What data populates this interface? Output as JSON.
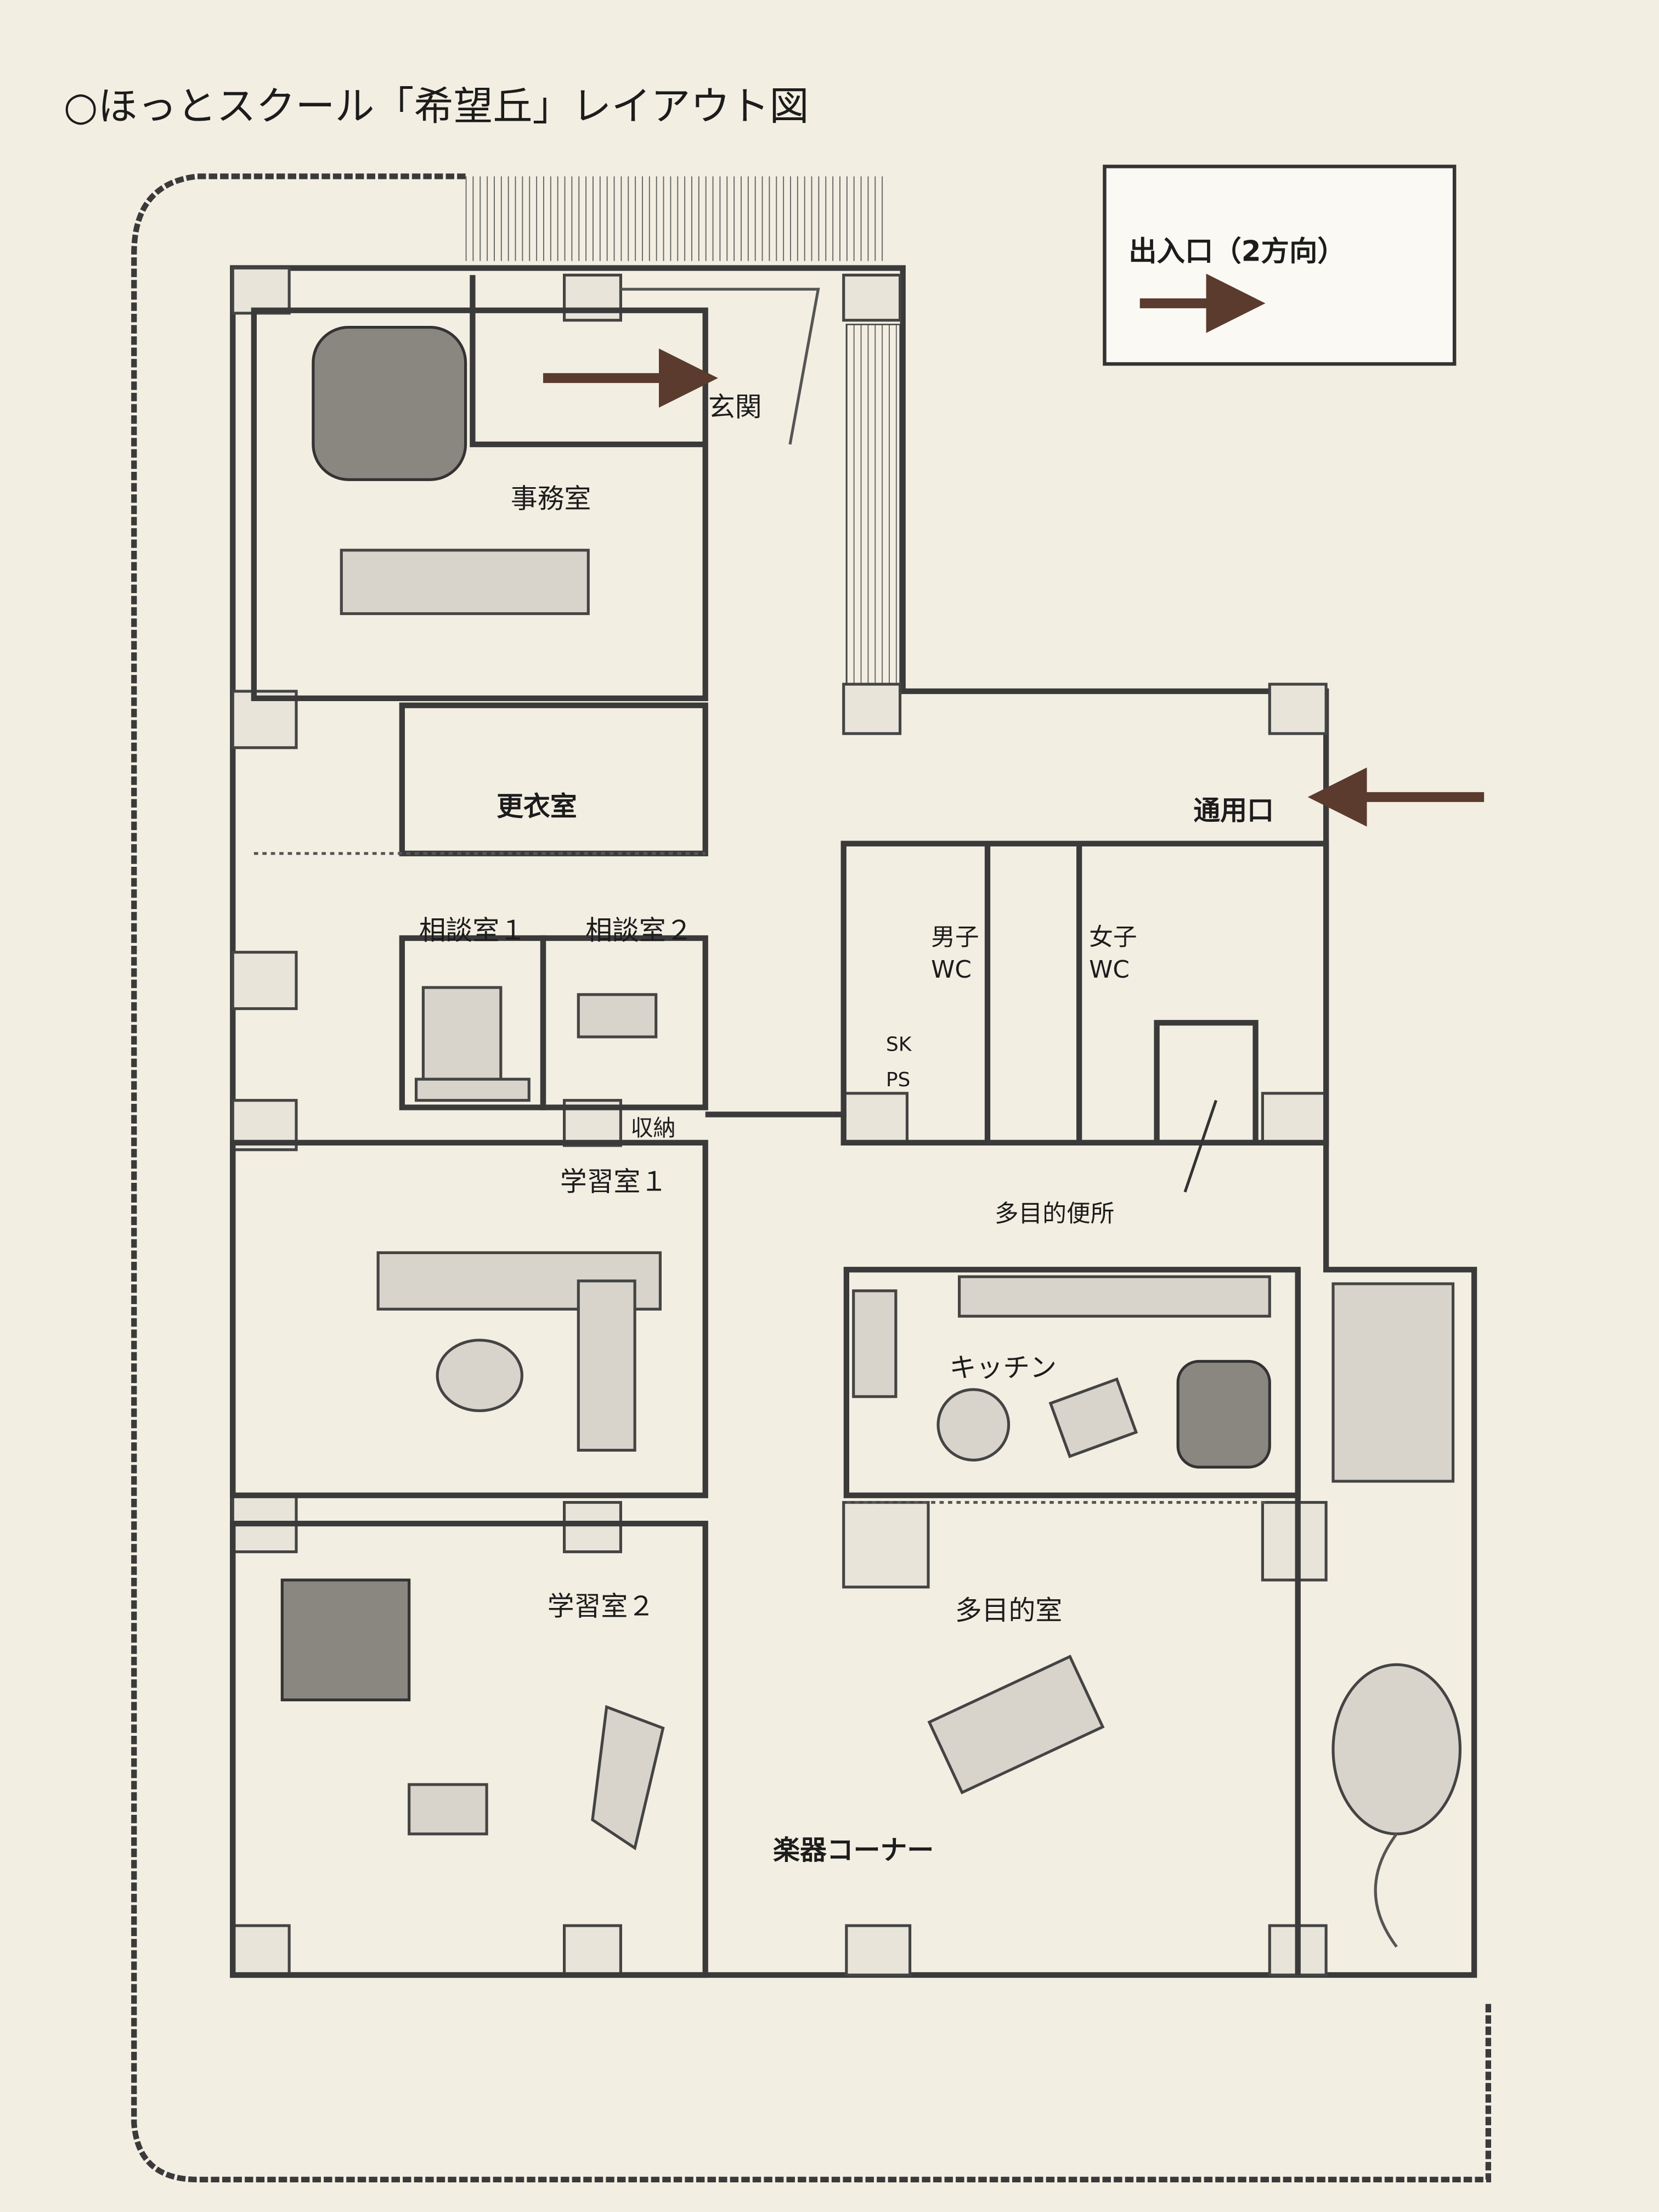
{
  "title": "○ほっとスクール「希望丘」レイアウト図",
  "legend": {
    "label": "出入口（2方向）",
    "icon": "arrow-right-icon",
    "arrow_color": "#5a3b2e"
  },
  "rooms": {
    "entrance": "玄関",
    "office": "事務室",
    "locker": "更衣室",
    "consult1": "相談室１",
    "consult2": "相談室２",
    "storage": "収納",
    "study1": "学習室１",
    "study2": "学習室２",
    "service_entrance": "通用口",
    "mens_wc_1": "男子",
    "mens_wc_2": "WC",
    "womens_wc_1": "女子",
    "womens_wc_2": "WC",
    "sk": "SK",
    "ps": "PS",
    "accessible_toilet": "多目的便所",
    "kitchen": "キッチン",
    "multipurpose": "多目的室",
    "instrument_corner": "楽器コーナー"
  }
}
